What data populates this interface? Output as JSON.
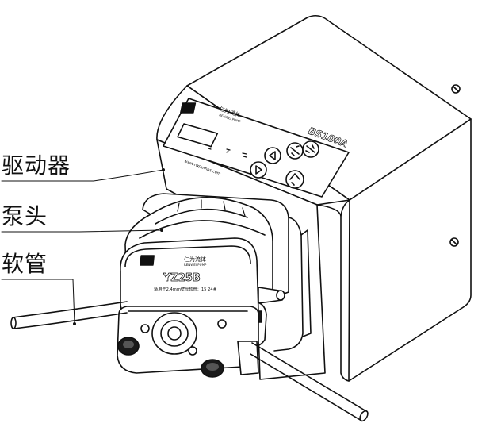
{
  "labels": {
    "driver": "驱动器",
    "pump_head": "泵头",
    "tubing": "软管"
  },
  "panel": {
    "brand_cn": "仁为流体",
    "brand_en": "RENWEI PUMP",
    "model": "BS100A",
    "website": "www.rwpumps.com"
  },
  "pump_head_plate": {
    "brand_cn": "仁为流体",
    "brand_en": "RENWEI PUMP",
    "model": "YZ25B",
    "note": "适用于2.4mm壁厚软管：15 24#"
  },
  "colors": {
    "line": "#111111",
    "fill": "#ffffff",
    "shade": "#e9e9e9",
    "dark": "#1a1a1a"
  }
}
